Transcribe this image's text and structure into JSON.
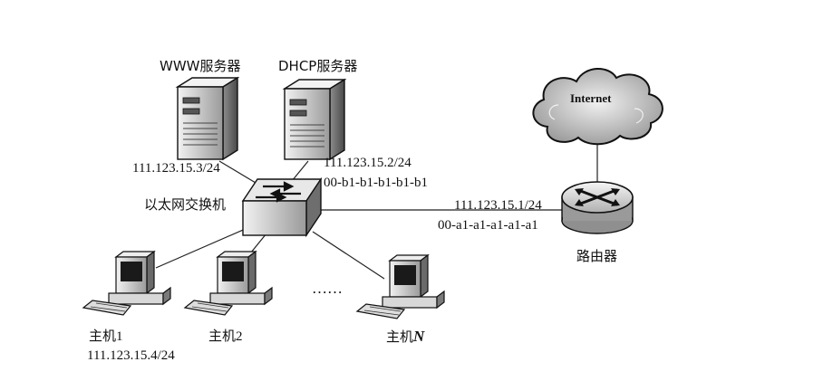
{
  "diagram": {
    "internet": {
      "label": "Internet"
    },
    "router": {
      "label": "路由器",
      "ip": "111.123.15.1/24",
      "mac": "00-a1-a1-a1-a1-a1"
    },
    "switch": {
      "label": "以太网交换机"
    },
    "www_server": {
      "label": "WWW服务器",
      "ip": "111.123.15.3/24"
    },
    "dhcp_server": {
      "label": "DHCP服务器",
      "ip": "111.123.15.2/24",
      "mac": "00-b1-b1-b1-b1-b1"
    },
    "host1": {
      "label_prefix": "主机",
      "label_num": "1",
      "ip": "111.123.15.4/24"
    },
    "host2": {
      "label_prefix": "主机",
      "label_num": "2"
    },
    "hostN": {
      "label_prefix": "主机",
      "label_num": "N"
    },
    "ellipsis": "……"
  },
  "colors": {
    "ink": "#111111",
    "cloud": "#d8d8d8",
    "device_light": "#ededed",
    "device_mid": "#bdbdbd",
    "device_dark": "#6a6a6a"
  }
}
